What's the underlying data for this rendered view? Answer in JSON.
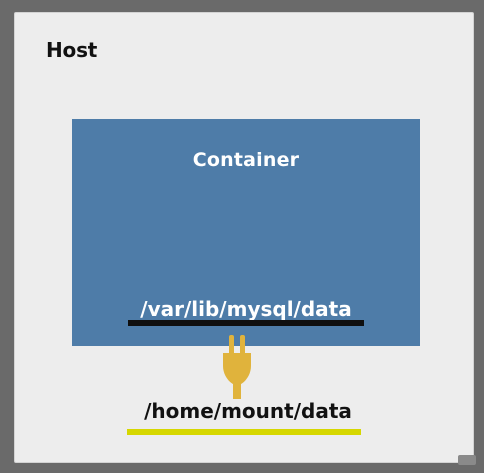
{
  "host": {
    "title": "Host",
    "path": "/home/mount/data",
    "accent_color": "#d6d700"
  },
  "container": {
    "title": "Container",
    "path": "/var/lib/mysql/data",
    "color": "#4e7ca8"
  },
  "connector": {
    "icon": "plug-icon",
    "color": "#e0b33c"
  }
}
